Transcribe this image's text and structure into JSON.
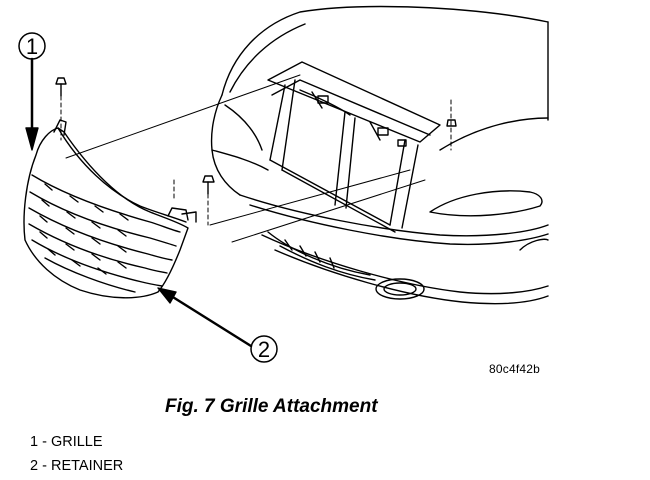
{
  "diagram": {
    "callouts": [
      {
        "number": "1",
        "target": "grille"
      },
      {
        "number": "2",
        "target": "retainer"
      }
    ],
    "figure_code": "80c4f42b"
  },
  "caption": "Fig. 7 Grille Attachment",
  "legend": [
    {
      "number": "1",
      "separator": " - ",
      "label": "GRILLE"
    },
    {
      "number": "2",
      "separator": " - ",
      "label": "RETAINER"
    }
  ]
}
